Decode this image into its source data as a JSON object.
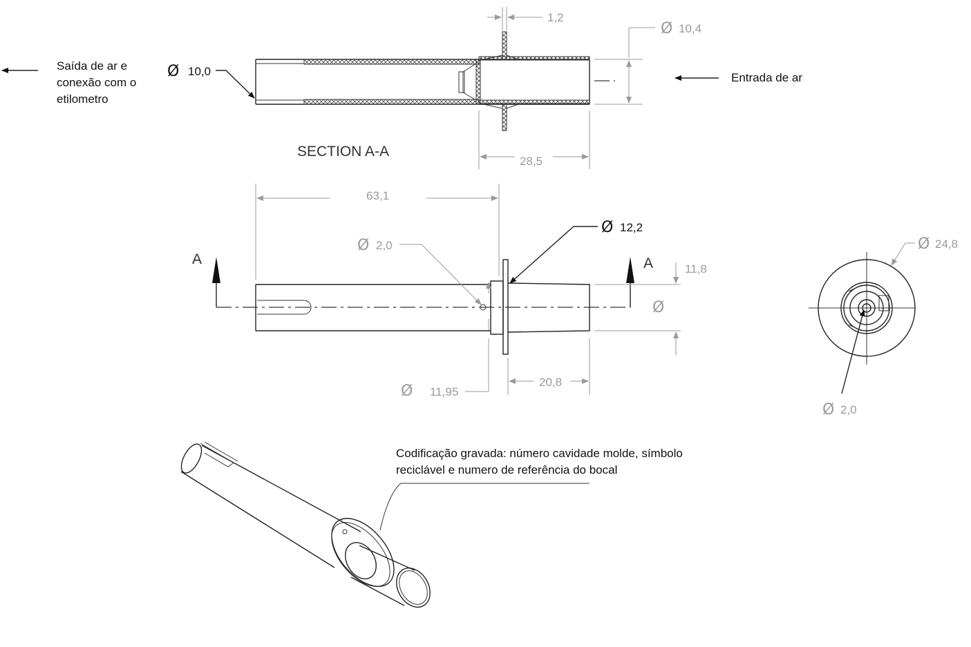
{
  "notes": {
    "outlet_line1": "Saída de ar e",
    "outlet_line2": "conexão com o",
    "outlet_line3": "etilometro",
    "inlet": "Entrada de ar",
    "section_title": "SECTION A-A",
    "engraving_line1": "Codificação gravada: número cavidade molde, símbolo",
    "engraving_line2": "reciclável e numero de referência do bocal"
  },
  "dimensions": {
    "dia_10_0": "10,0",
    "flange_thickness": "1,2",
    "dia_10_4": "10,4",
    "len_28_5": "28,5",
    "len_63_1": "63,1",
    "dia_12_2": "12,2",
    "hole_2_0": "2,0",
    "height_11_8": "11,8",
    "dia_11_95": "11,95",
    "len_20_8": "20,8",
    "dia_24_8": "24,8",
    "end_hole_2_0": "2,0"
  },
  "symbols": {
    "diameter": "Ø",
    "section_letter_left": "A",
    "section_letter_right": "A"
  }
}
